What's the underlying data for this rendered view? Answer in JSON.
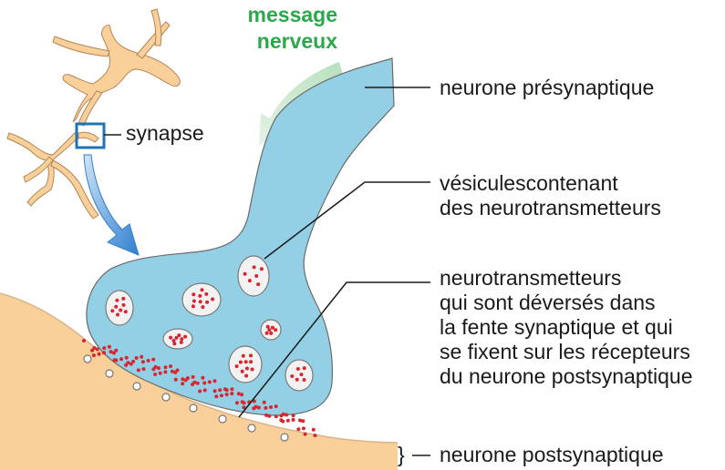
{
  "labels": {
    "message_line1": "message",
    "message_line2": "nerveux",
    "synapse": "synapse",
    "presynaptic": "neurone présynaptique",
    "vesicles_line1": "vésiculescontenant",
    "vesicles_line2": "des neurotransmetteurs",
    "nt_line1": "neurotransmetteurs",
    "nt_line2": "qui sont déversés dans",
    "nt_line3": "la fente synaptique et qui",
    "nt_line4": "se fixent sur les récepteurs",
    "nt_line5": "du neurone postsynaptique",
    "postsynaptic": "neurone postsynaptique",
    "brace": "}"
  },
  "colors": {
    "presynaptic_fill": "#93d0e6",
    "postsynaptic_fill": "#f9cf9a",
    "neurotransmitter": "#d9262e",
    "message_text": "#2aa84a",
    "inset_box": "#1f73b7"
  }
}
